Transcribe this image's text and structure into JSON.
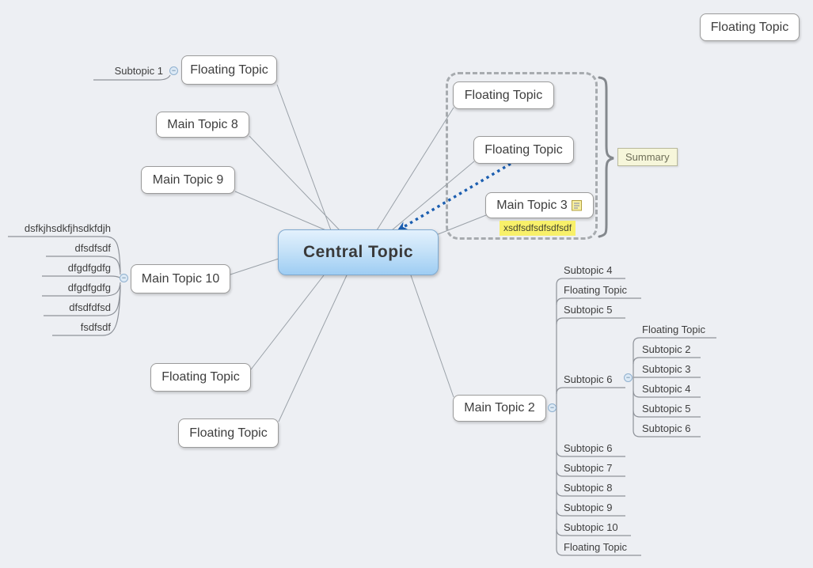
{
  "icons": {
    "collapse_minus": "−",
    "note": "note-icon"
  },
  "colors": {
    "canvas_bg": "#edeff3",
    "central_fill_top": "#e3f1fd",
    "central_fill_bottom": "#9ecdf3",
    "branch_line": "#9aa1a8",
    "tree_line": "#8e9299",
    "relationship_arrow": "#1b5eb0",
    "callout_bg": "#f8f06a",
    "summary_bg": "#f6f6da"
  },
  "central": {
    "label": "Central Topic"
  },
  "floating_topics": {
    "top_right": "Floating Topic",
    "top_left": "Floating Topic",
    "bottom_left_upper": "Floating Topic",
    "bottom_left_lower": "Floating Topic"
  },
  "subtopic_1": {
    "label": "Subtopic 1"
  },
  "main_topic_8": {
    "label": "Main Topic 8"
  },
  "main_topic_9": {
    "label": "Main Topic 9"
  },
  "main_topic_10": {
    "label": "Main Topic 10",
    "children": [
      "dsfkjhsdkfjhsdkfdjh",
      "dfsdfsdf",
      "dfgdfgdfg",
      "dfgdfgdfg",
      "dfsdfdfsd",
      "fsdfsdf"
    ]
  },
  "summary_group": {
    "floating_top": "Floating Topic",
    "floating_middle": "Floating Topic",
    "main_topic_3": {
      "label": "Main Topic 3",
      "callout": "xsdfsdfsdfsdfsdf"
    },
    "summary_label": "Summary"
  },
  "main_topic_2": {
    "label": "Main Topic 2",
    "children": [
      "Subtopic 4",
      "Floating Topic",
      "Subtopic 5",
      "Subtopic 6",
      "Subtopic 6",
      "Subtopic 7",
      "Subtopic 8",
      "Subtopic 9",
      "Subtopic 10",
      "Floating Topic"
    ],
    "subtopic_6_children": [
      "Floating Topic",
      "Subtopic 2",
      "Subtopic 3",
      "Subtopic 4",
      "Subtopic 5",
      "Subtopic 6"
    ]
  }
}
